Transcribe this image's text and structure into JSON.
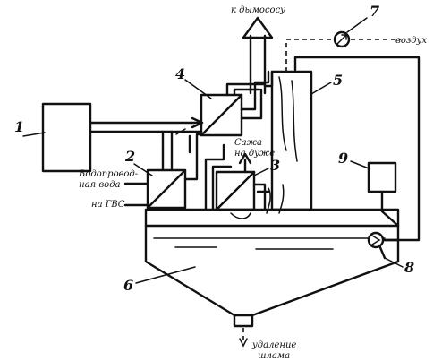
{
  "labels": {
    "n1": "1",
    "n2": "2",
    "n3": "3",
    "n4": "4",
    "n5": "5",
    "n6": "6",
    "n7": "7",
    "n8": "8",
    "n9": "9",
    "to_exhauster": "к дымососу",
    "air": "воздух",
    "water_line1": "Водопровод-",
    "water_line2": "ная вода",
    "to_hws": "на ГВС",
    "soot_line1": "Сажа",
    "soot_line2": "на дуже",
    "sludge_line1": "удаление",
    "sludge_line2": "шлама"
  }
}
